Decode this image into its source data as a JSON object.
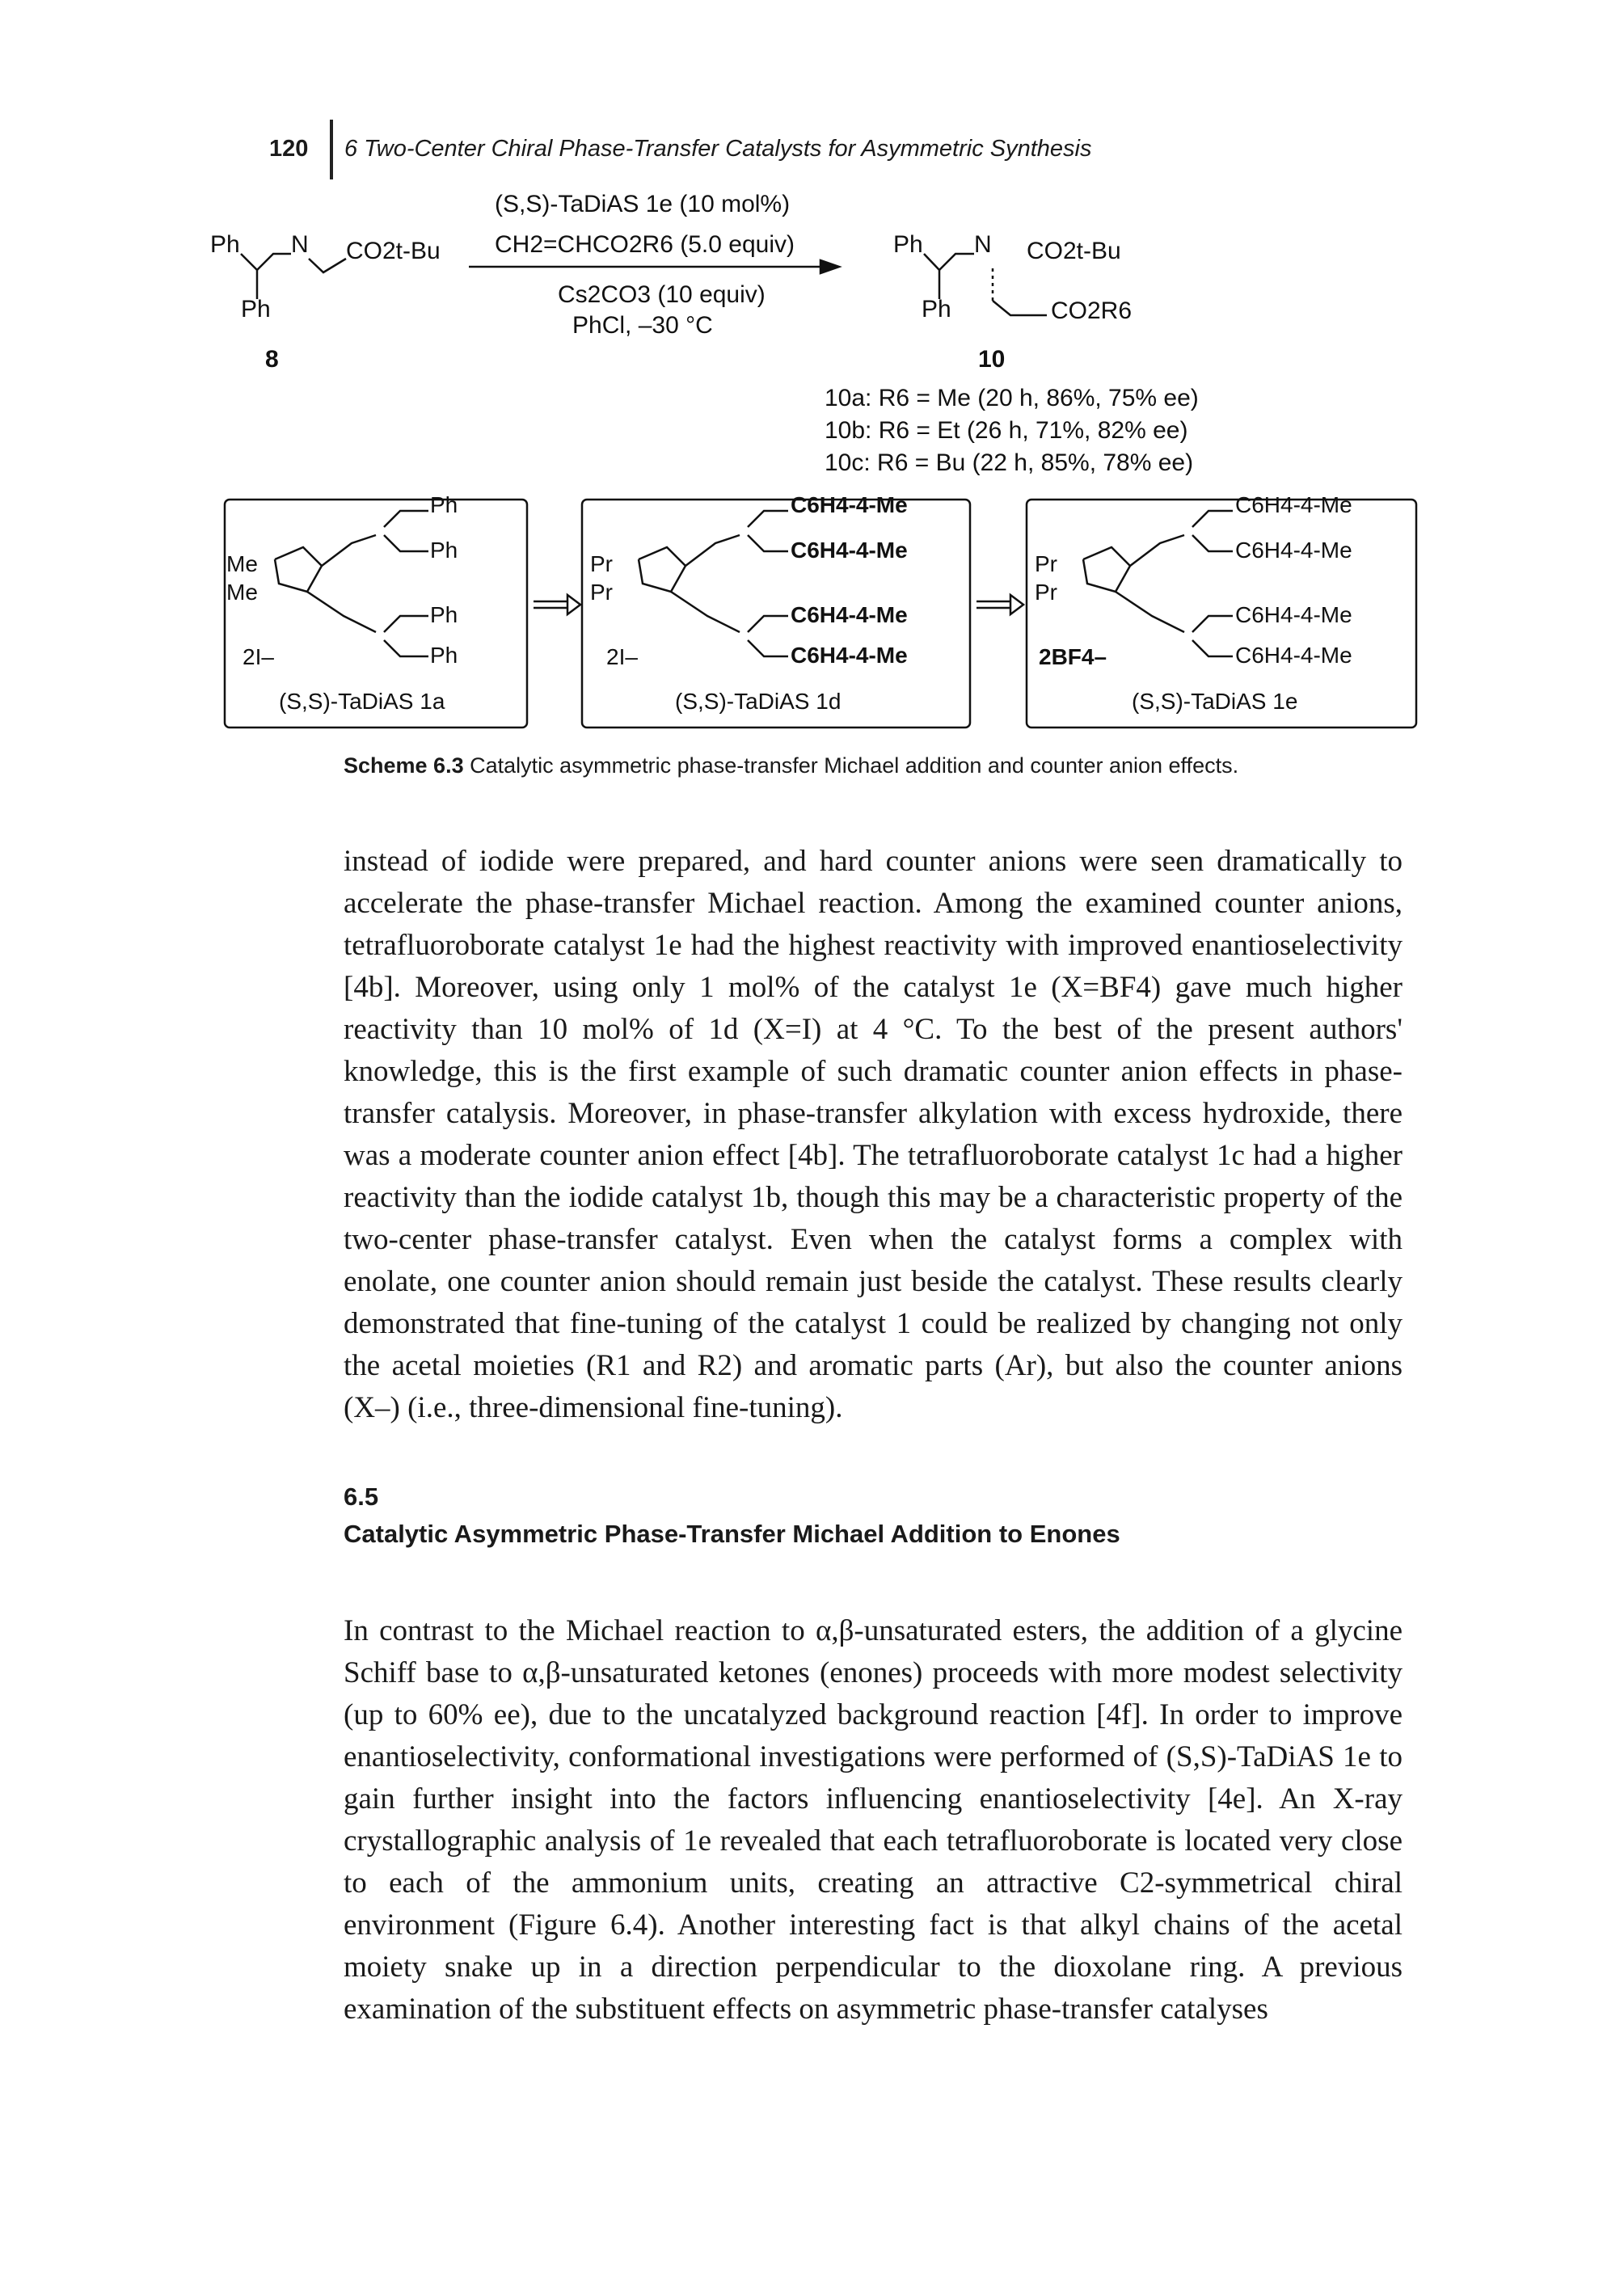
{
  "header": {
    "page_number": "120",
    "running_title": "6  Two-Center Chiral Phase-Transfer Catalysts for Asymmetric Synthesis"
  },
  "scheme": {
    "catalyst_condition": "(S,S)-TaDiAS 1e (10 mol%)",
    "reagent_condition": "CH2=CHCO2R6 (5.0 equiv)",
    "base_condition": "Cs2CO3 (10 equiv)",
    "solvent_condition": "PhCl, –30 °C",
    "reactant_label": "8",
    "product_label": "10",
    "results": [
      "10a: R6 = Me (20 h, 86%, 75% ee)",
      "10b: R6 = Et (26 h, 71%, 82% ee)",
      "10c: R6 = Bu (22 h, 85%, 78% ee)"
    ],
    "catalysts": [
      {
        "name": "(S,S)-TaDiAS 1a",
        "counter_anion": "2I–",
        "acetal": "Me",
        "aryl": "Ph"
      },
      {
        "name": "(S,S)-TaDiAS 1d",
        "counter_anion": "2I–",
        "acetal": "Pr",
        "aryl": "C6H4-4-Me"
      },
      {
        "name": "(S,S)-TaDiAS 1e",
        "counter_anion": "2BF4–",
        "acetal": "Pr",
        "aryl": "C6H4-4-Me"
      }
    ]
  },
  "caption": {
    "label": "Scheme 6.3",
    "text": "Catalytic asymmetric phase-transfer Michael addition and counter anion effects."
  },
  "paragraph1": "instead of iodide were prepared, and hard counter anions were seen dramatically to accelerate the phase-transfer Michael reaction. Among the examined counter anions, tetrafluoroborate catalyst 1e had the highest reactivity with improved enantioselectivity [4b]. Moreover, using only 1 mol% of the catalyst 1e (X=BF4) gave much higher reactivity than 10 mol% of 1d (X=I) at 4 °C. To the best of the present authors' knowledge, this is the first example of such dramatic counter anion effects in phase-transfer catalysis. Moreover, in phase-transfer alkylation with excess hydroxide, there was a moderate counter anion effect [4b]. The tetrafluoroborate catalyst 1c had a higher reactivity than the iodide catalyst 1b, though this may be a characteristic property of the two-center phase-transfer catalyst. Even when the catalyst forms a complex with enolate, one counter anion should remain just beside the catalyst. These results clearly demonstrated that fine-tuning of the catalyst 1 could be realized by changing not only the acetal moieties (R1 and R2) and aromatic parts (Ar), but also the counter anions (X–) (i.e., three-dimensional fine-tuning).",
  "section": {
    "number": "6.5",
    "title": "Catalytic Asymmetric Phase-Transfer Michael Addition to Enones"
  },
  "paragraph2": "In contrast to the Michael reaction to α,β-unsaturated esters, the addition of a glycine Schiff base to α,β-unsaturated ketones (enones) proceeds with more modest selectivity (up to 60% ee), due to the uncatalyzed background reaction [4f]. In order to improve enantioselectivity, conformational investigations were performed of (S,S)-TaDiAS 1e to gain further insight into the factors influencing enantioselectivity [4e]. An X-ray crystallographic analysis of 1e revealed that each tetrafluoroborate is located very close to each of the ammonium units, creating an attractive C2-symmetrical chiral environment (Figure 6.4). Another interesting fact is that alkyl chains of the acetal moiety snake up in a direction perpendicular to the dioxolane ring. A previous examination of the substituent effects on asymmetric phase-transfer catalyses"
}
